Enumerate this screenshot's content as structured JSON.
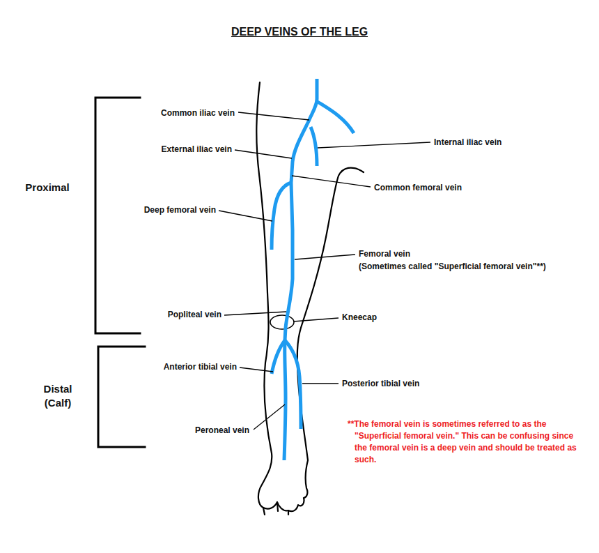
{
  "diagram": {
    "title": "DEEP VEINS OF THE LEG",
    "labels": [
      "Common iliac vein",
      "Internal iliac vein",
      "External iliac vein",
      "Common femoral vein",
      "Proximal",
      "Deep femoral vein",
      "Femoral vein",
      "(Sometimes called \"Superficial femoral vein\"**)",
      "Popliteal vein",
      "Kneecap",
      "Anterior tibial vein",
      "Posterior tibial vein",
      "Distal (Calf)",
      "Peroneal vein",
      "**The femoral vein is sometimes referred to as the \"Superficial femoral vein.\" This can be confusing since the femoral vein is a deep vein and should be treated as such."
    ]
  }
}
